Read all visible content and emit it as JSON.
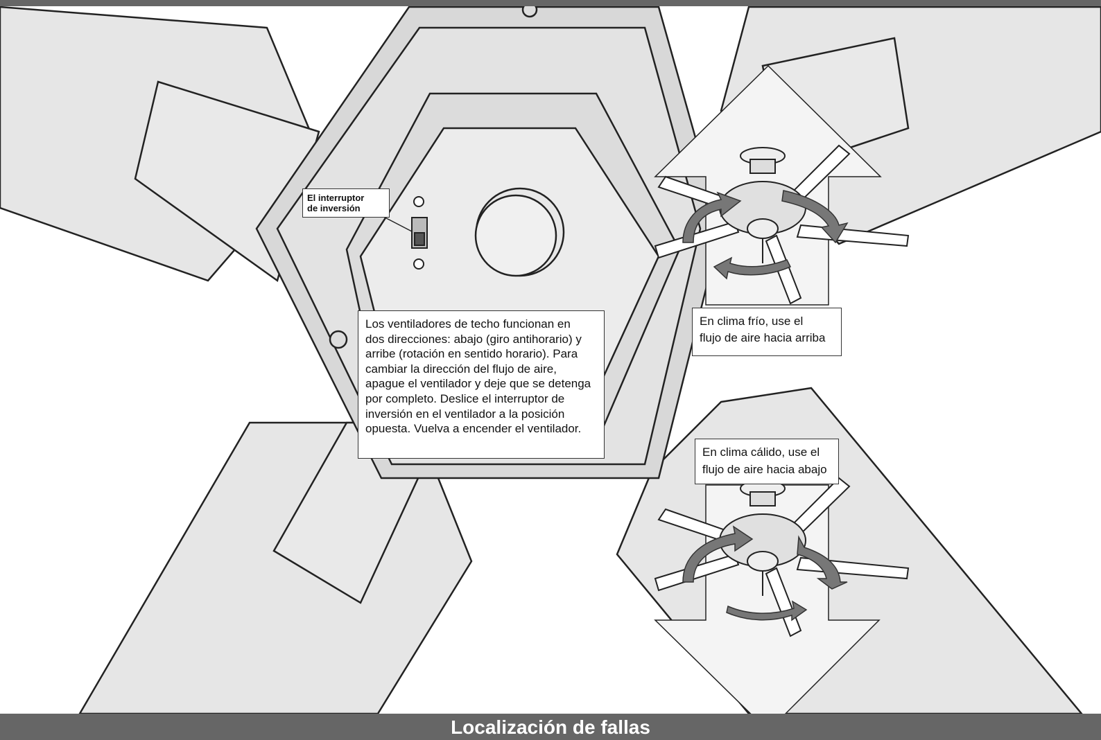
{
  "callouts": {
    "switch_label": [
      "El interruptor",
      "de inversión"
    ],
    "main_text": [
      "Los ventiladores de techo funcionan en",
      "dos direcciones: abajo (giro antihorario) y",
      "arribe (rotación en sentido horario). Para",
      "cambiar la dirección del flujo de aire,",
      "apague el ventilador y deje que se detenga",
      "por completo. Deslice el interruptor de",
      "inversión en el ventilador a la posición",
      "opuesta. Vuelva a encender el ventilador."
    ],
    "cold_weather": [
      "En clima frío, use el",
      "flujo de aire hacia arriba"
    ],
    "warm_weather": [
      "En clima cálido, use el",
      "flujo de aire hacia abajo"
    ]
  },
  "footer": {
    "title": "Localización de fallas"
  },
  "colors": {
    "bar": "#666666",
    "blade": "#e8e8e8",
    "housing": "#d0d0d0",
    "arrow": "#f2f2f2",
    "rotation_arrow": "#707070"
  }
}
